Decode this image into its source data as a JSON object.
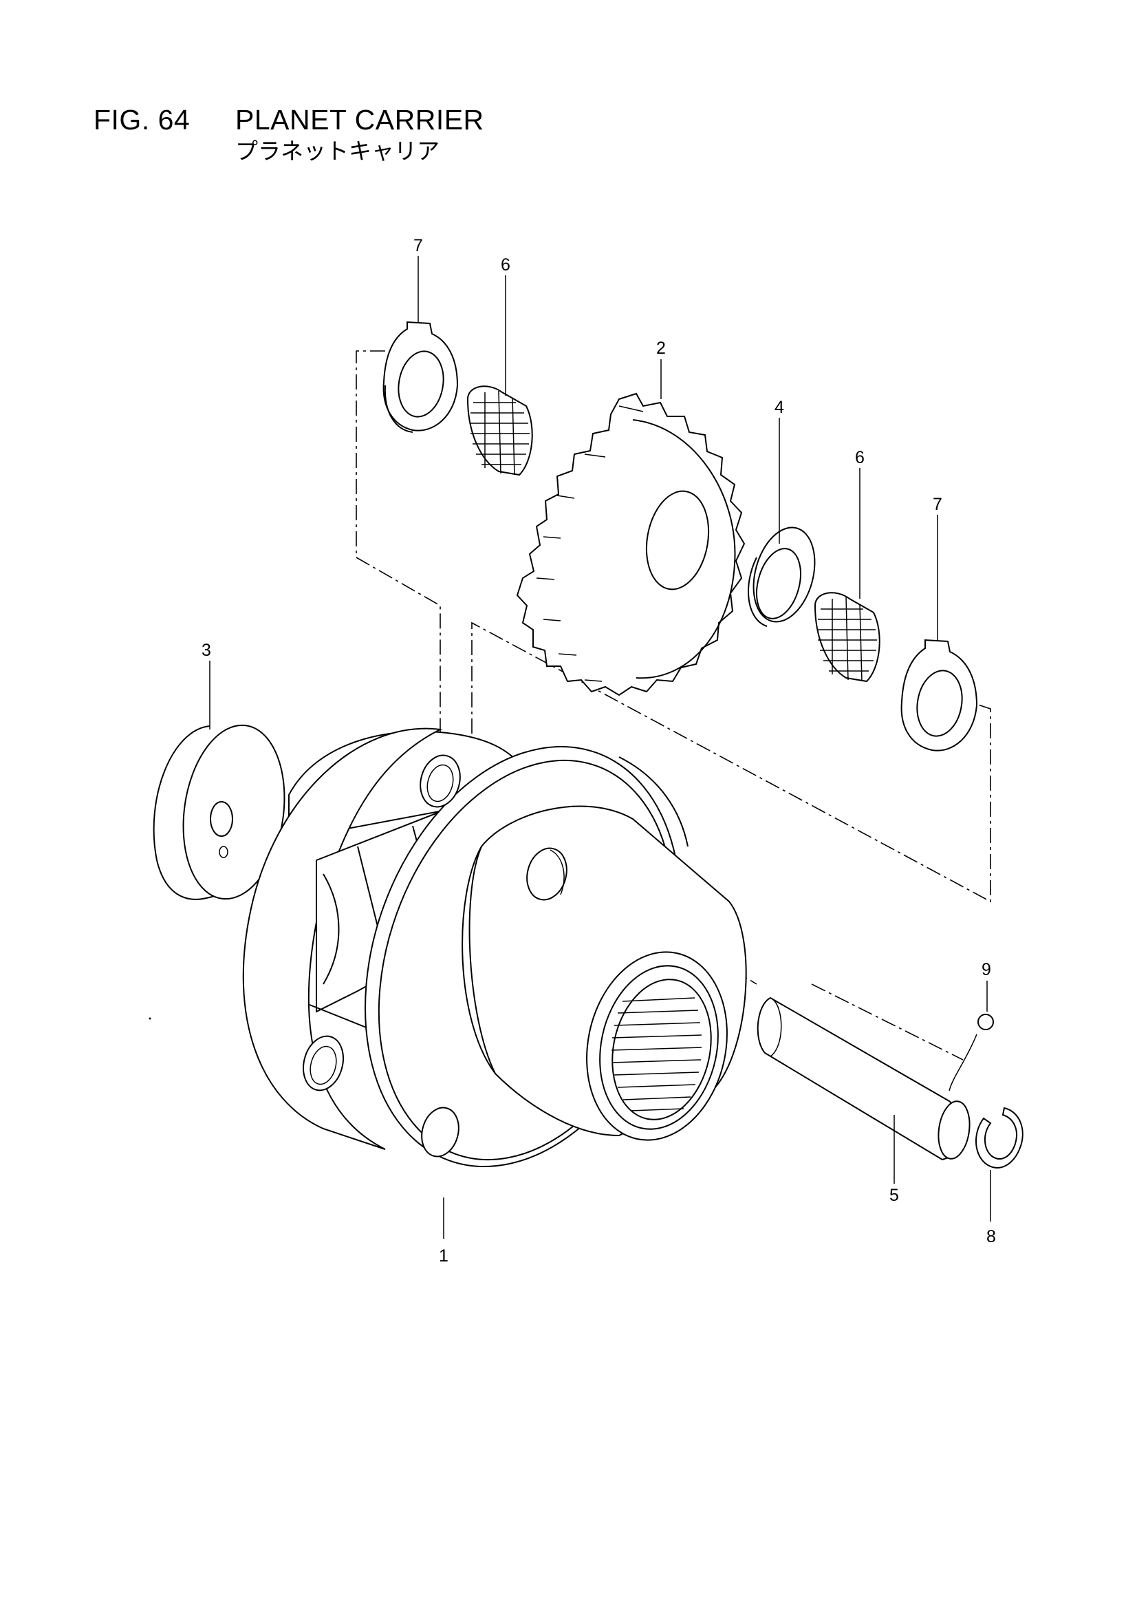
{
  "figure": {
    "number": "FIG. 64",
    "title": "PLANET CARRIER",
    "subtitle": "プラネットキャリア"
  },
  "callouts": [
    {
      "id": "callout-1",
      "label": "1"
    },
    {
      "id": "callout-2",
      "label": "2"
    },
    {
      "id": "callout-3",
      "label": "3"
    },
    {
      "id": "callout-4",
      "label": "4"
    },
    {
      "id": "callout-5",
      "label": "5"
    },
    {
      "id": "callout-6a",
      "label": "6"
    },
    {
      "id": "callout-6b",
      "label": "6"
    },
    {
      "id": "callout-7a",
      "label": "7"
    },
    {
      "id": "callout-7b",
      "label": "7"
    },
    {
      "id": "callout-8",
      "label": "8"
    },
    {
      "id": "callout-9",
      "label": "9"
    }
  ]
}
